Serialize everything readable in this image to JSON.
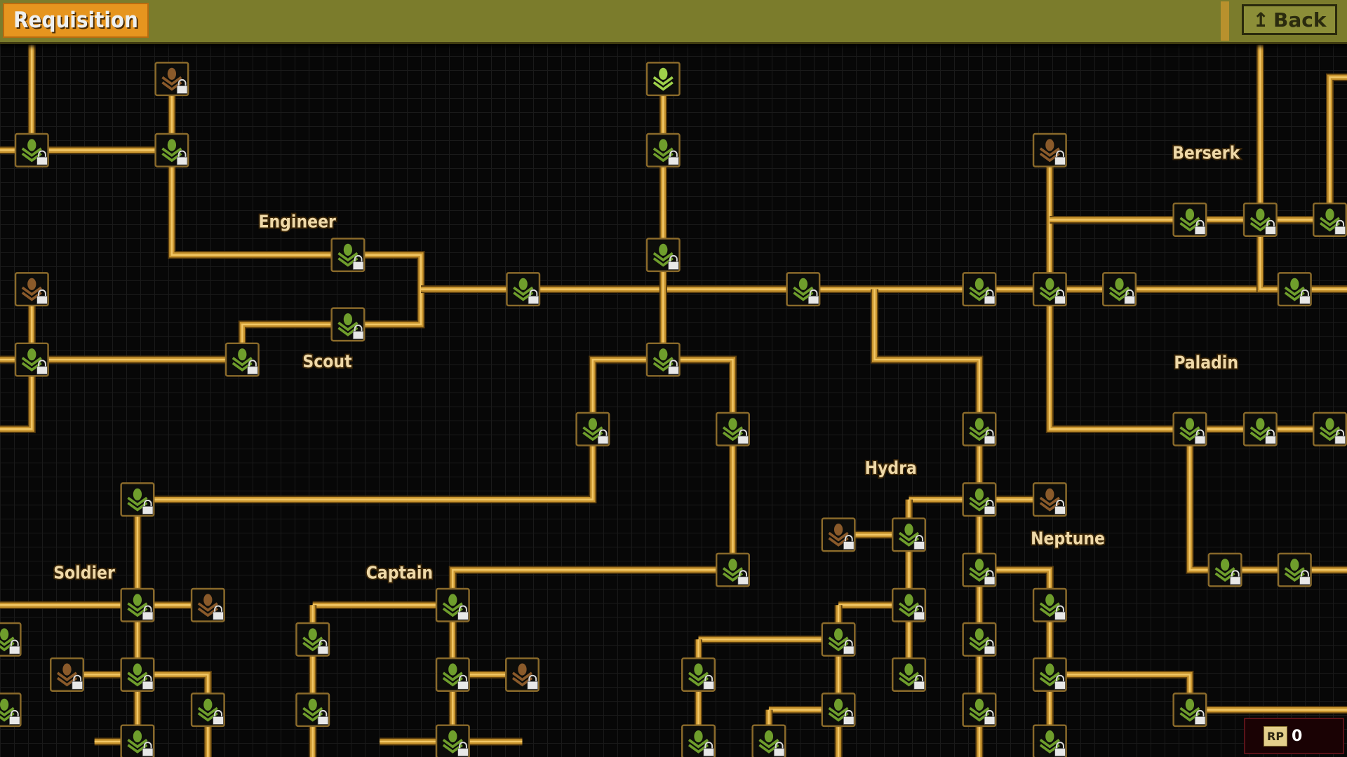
{
  "header": {
    "title": "Requisition",
    "back_label": "Back",
    "back_icon": "arrow-up-icon"
  },
  "resources": {
    "rp_label": "RP",
    "rp_value": "0"
  },
  "classes": [
    "Engineer",
    "Scout",
    "Soldier",
    "Captain",
    "Hydra",
    "Neptune",
    "Berserk",
    "Paladin"
  ],
  "colors": {
    "pipe": "#c9952f",
    "node_green": "#6f9e2c",
    "node_brown": "#8a5a2a",
    "header": "#7b7c2c",
    "title_bg": "#e6951f"
  }
}
